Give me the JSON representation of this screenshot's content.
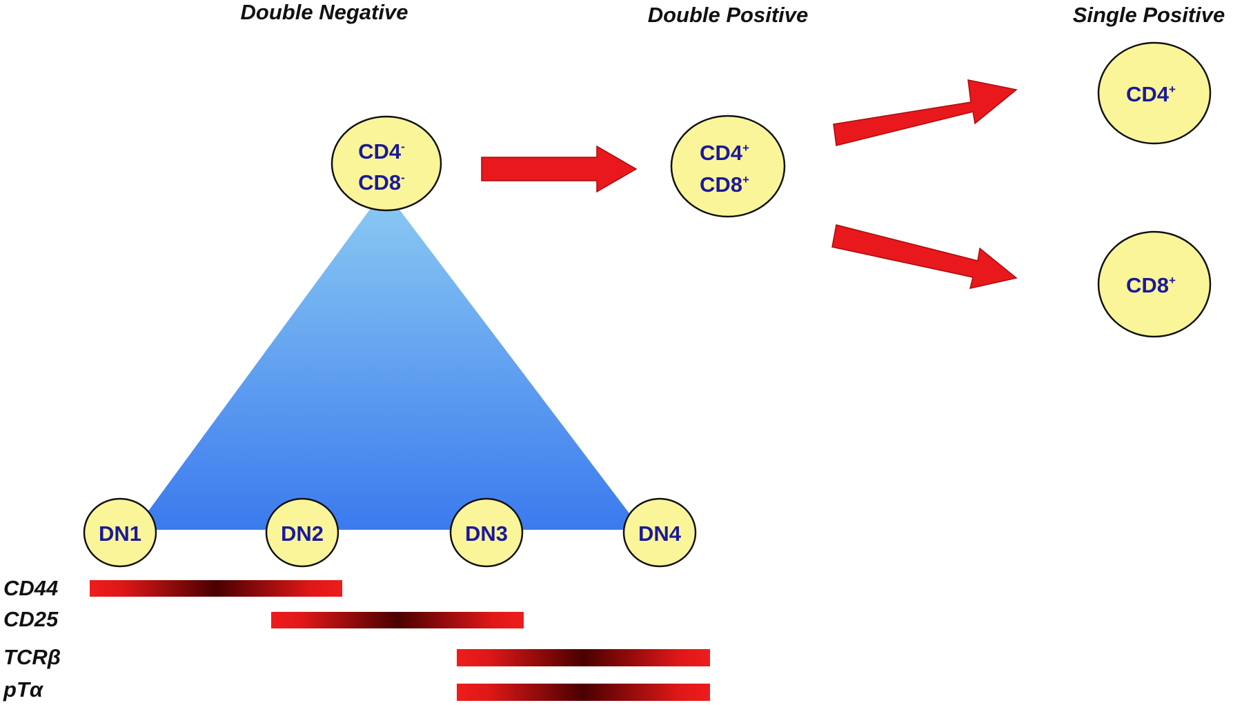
{
  "stages": {
    "double_negative": "Double Negative",
    "double_positive": "Double Positive",
    "single_positive": "Single Positive"
  },
  "cells": {
    "dn": {
      "line1": "CD4",
      "line1_sup": "-",
      "line2": "CD8",
      "line2_sup": "-"
    },
    "dp": {
      "line1": "CD4",
      "line1_sup": "+",
      "line2": "CD8",
      "line2_sup": "+"
    },
    "sp_cd4": {
      "label": "CD4",
      "sup": "+"
    },
    "sp_cd8": {
      "label": "CD8",
      "sup": "+"
    }
  },
  "substages": [
    "DN1",
    "DN2",
    "DN3",
    "DN4"
  ],
  "markers": [
    {
      "label": "CD44",
      "from": "DN1",
      "to": "DN2"
    },
    {
      "label": "CD25",
      "from": "DN2",
      "to": "DN3"
    },
    {
      "label": "TCRβ",
      "from": "DN3",
      "to": "DN4"
    },
    {
      "label": "pTα",
      "from": "DN3",
      "to": "DN4"
    }
  ],
  "colors": {
    "cell_fill": "#fbf59a",
    "cell_text": "#1a1a99",
    "arrow": "#e8181c",
    "triangle_top": "#8ccbf2",
    "triangle_bottom": "#3b7aee",
    "bar_edge": "#ee1c1c",
    "bar_center": "#4a0000"
  }
}
